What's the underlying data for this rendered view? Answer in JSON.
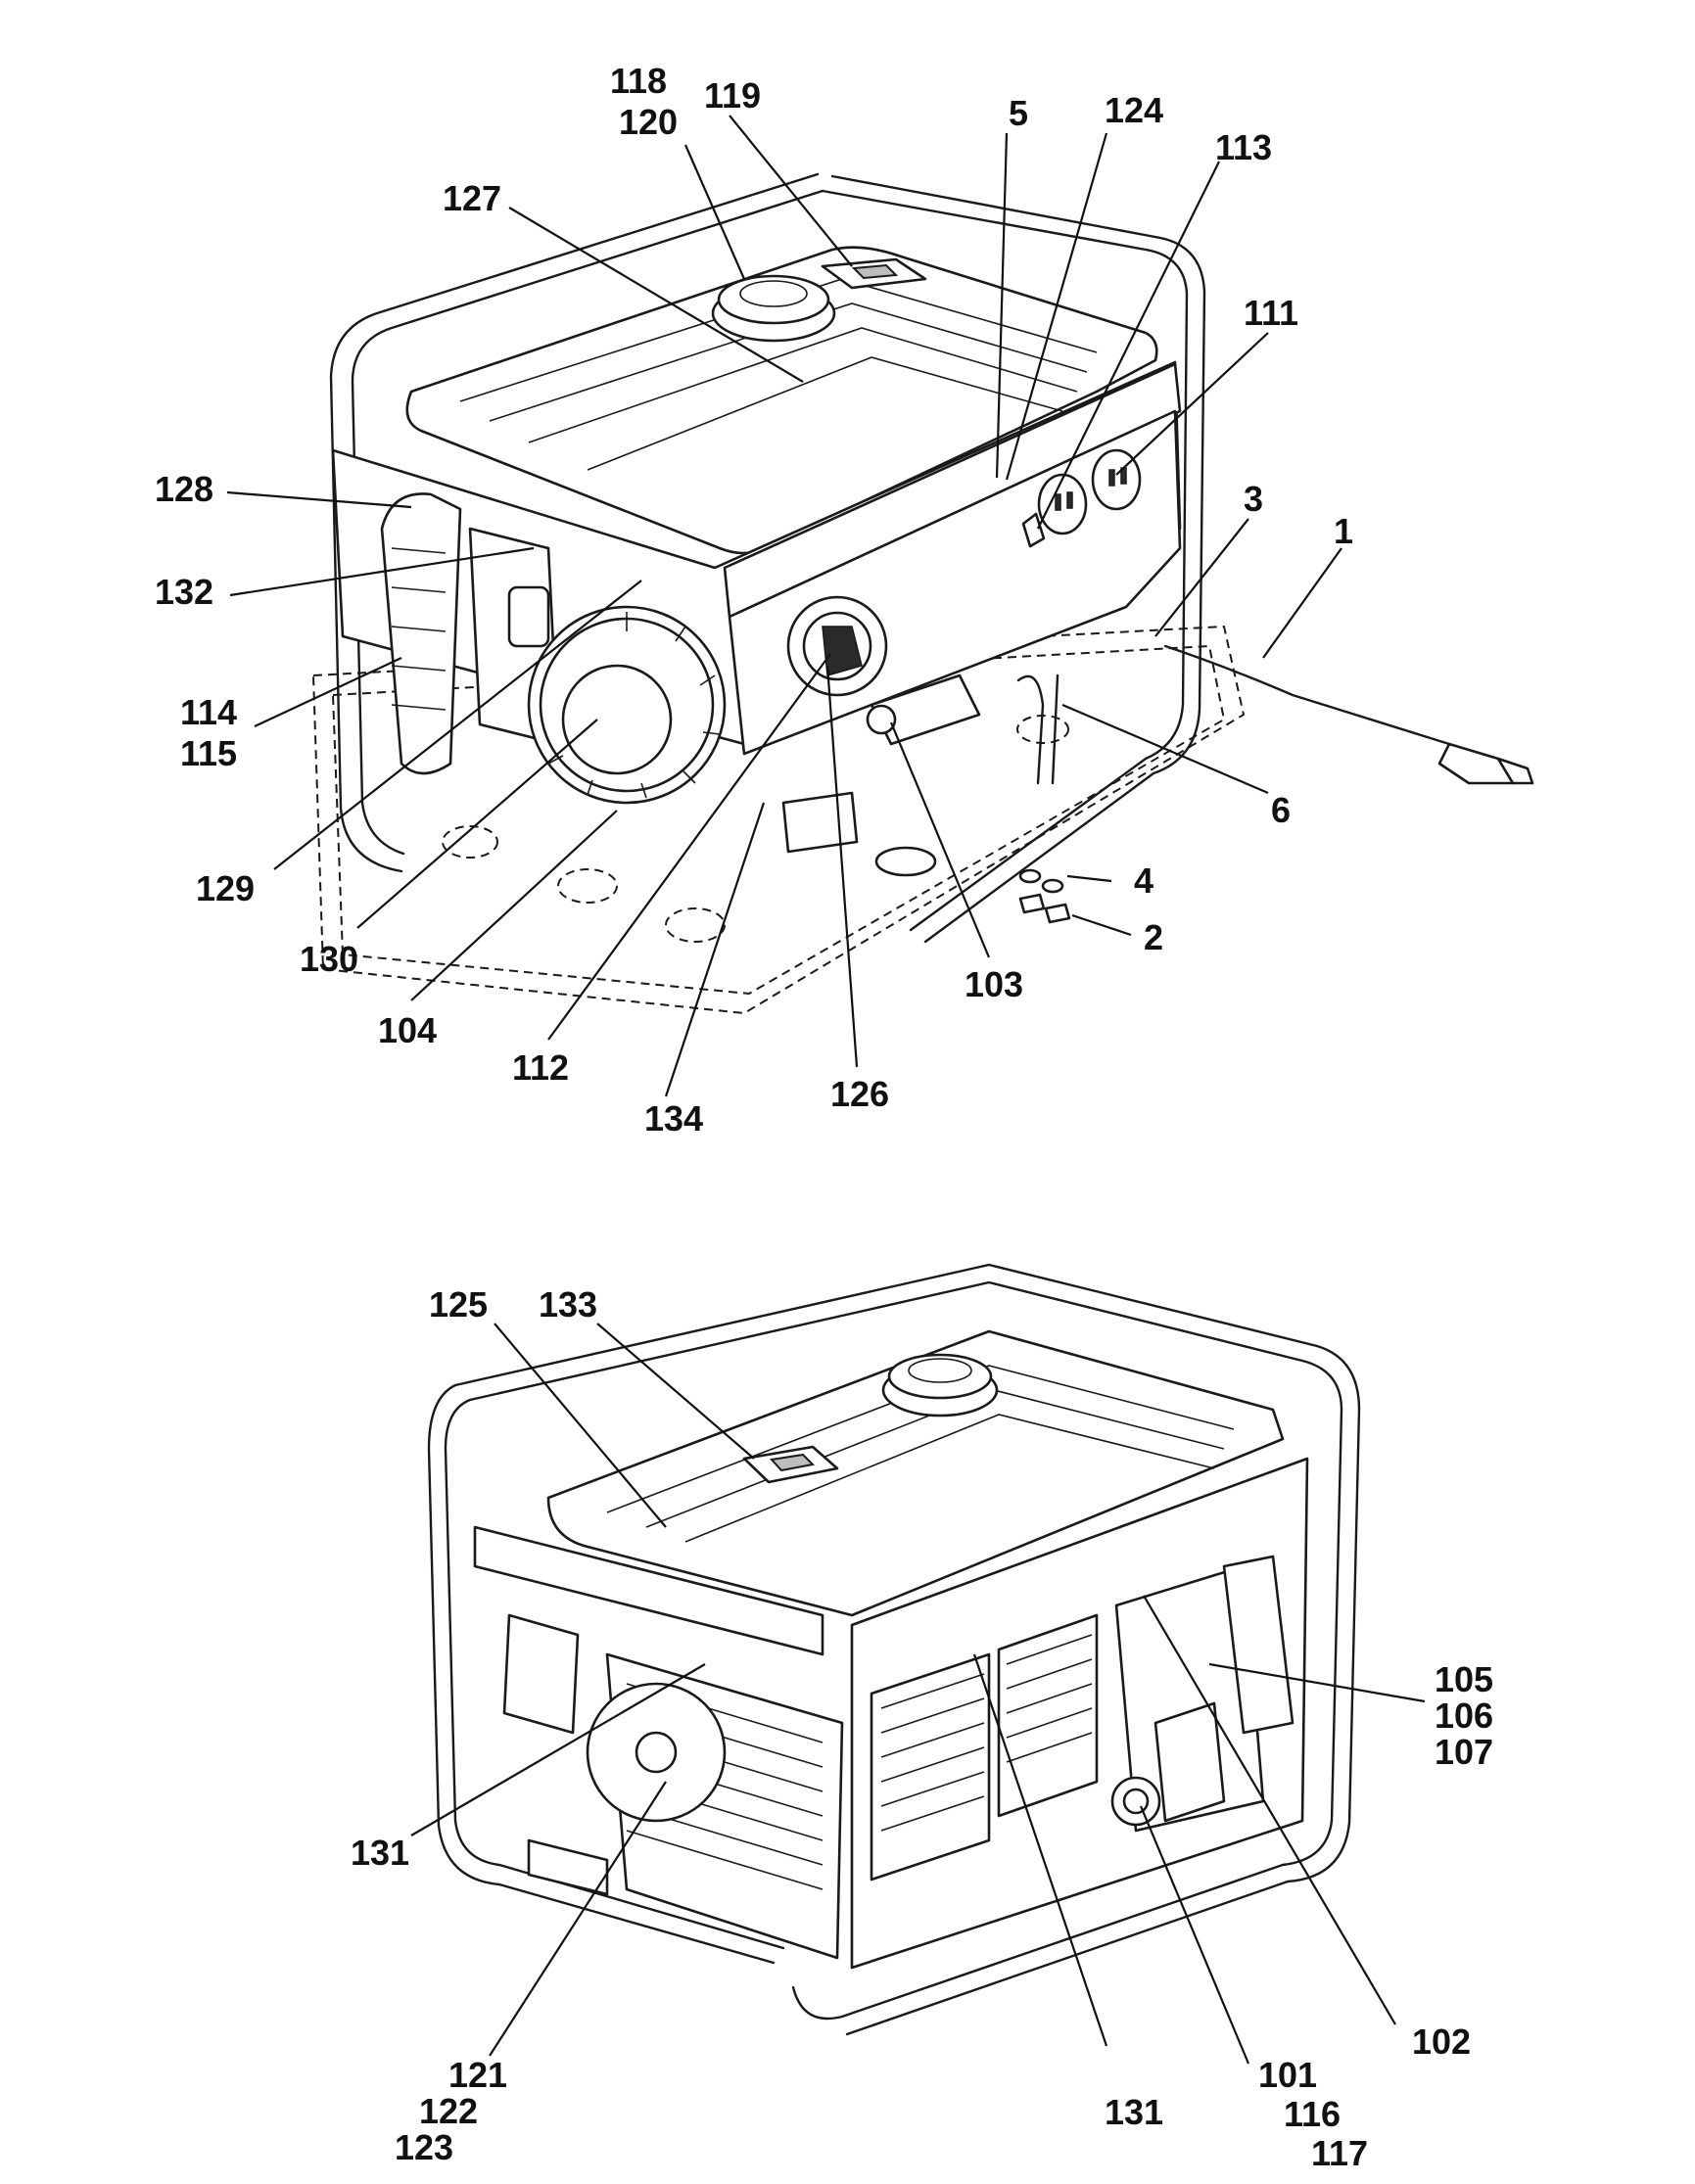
{
  "views": [
    {
      "id": "front-view",
      "callouts": [
        {
          "key": "c118",
          "lines": [
            "118",
            "120"
          ]
        },
        {
          "key": "c119",
          "lines": [
            "119"
          ]
        },
        {
          "key": "c5",
          "lines": [
            "5"
          ]
        },
        {
          "key": "c124",
          "lines": [
            "124"
          ]
        },
        {
          "key": "c113",
          "lines": [
            "113"
          ]
        },
        {
          "key": "c127",
          "lines": [
            "127"
          ]
        },
        {
          "key": "c111",
          "lines": [
            "111"
          ]
        },
        {
          "key": "c128",
          "lines": [
            "128"
          ]
        },
        {
          "key": "c3",
          "lines": [
            "3"
          ]
        },
        {
          "key": "c1",
          "lines": [
            "1"
          ]
        },
        {
          "key": "c132",
          "lines": [
            "132"
          ]
        },
        {
          "key": "c114",
          "lines": [
            "114",
            "115"
          ]
        },
        {
          "key": "c6",
          "lines": [
            "6"
          ]
        },
        {
          "key": "c129",
          "lines": [
            "129"
          ]
        },
        {
          "key": "c4",
          "lines": [
            "4"
          ]
        },
        {
          "key": "c2",
          "lines": [
            "2"
          ]
        },
        {
          "key": "c130",
          "lines": [
            "130"
          ]
        },
        {
          "key": "c103",
          "lines": [
            "103"
          ]
        },
        {
          "key": "c104",
          "lines": [
            "104"
          ]
        },
        {
          "key": "c112",
          "lines": [
            "112"
          ]
        },
        {
          "key": "c126",
          "lines": [
            "126"
          ]
        },
        {
          "key": "c134",
          "lines": [
            "134"
          ]
        }
      ]
    },
    {
      "id": "rear-view",
      "callouts": [
        {
          "key": "c125",
          "lines": [
            "125"
          ]
        },
        {
          "key": "c133",
          "lines": [
            "133"
          ]
        },
        {
          "key": "c105",
          "lines": [
            "105",
            "106",
            "107"
          ]
        },
        {
          "key": "c131a",
          "lines": [
            "131"
          ]
        },
        {
          "key": "c102",
          "lines": [
            "102"
          ]
        },
        {
          "key": "c121",
          "lines": [
            "121",
            "122",
            "123"
          ]
        },
        {
          "key": "c131b",
          "lines": [
            "131"
          ]
        },
        {
          "key": "c101",
          "lines": [
            "101",
            "116",
            "117"
          ]
        }
      ]
    }
  ]
}
